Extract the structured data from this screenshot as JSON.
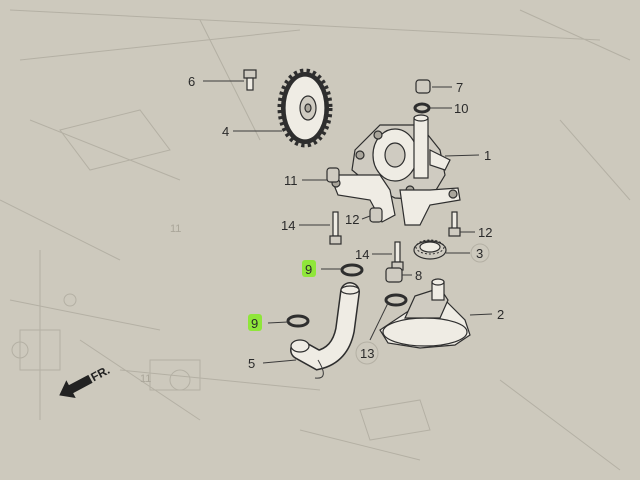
{
  "diagram": {
    "callouts": [
      {
        "id": "c1",
        "number": "1"
      },
      {
        "id": "c2",
        "number": "2"
      },
      {
        "id": "c3",
        "number": "3"
      },
      {
        "id": "c4",
        "number": "4"
      },
      {
        "id": "c5",
        "number": "5"
      },
      {
        "id": "c6",
        "number": "6"
      },
      {
        "id": "c7",
        "number": "7"
      },
      {
        "id": "c8",
        "number": "8"
      },
      {
        "id": "c9a",
        "number": "9",
        "highlighted": true
      },
      {
        "id": "c9b",
        "number": "9",
        "highlighted": true
      },
      {
        "id": "c10",
        "number": "10"
      },
      {
        "id": "c11",
        "number": "11"
      },
      {
        "id": "c12a",
        "number": "12"
      },
      {
        "id": "c12b",
        "number": "12"
      },
      {
        "id": "c13",
        "number": "13"
      },
      {
        "id": "c14a",
        "number": "14"
      },
      {
        "id": "c14b",
        "number": "14"
      }
    ],
    "direction_marker": "FR.",
    "highlight_color": "#8fe63a",
    "paper_color": "#cfcbbf"
  }
}
